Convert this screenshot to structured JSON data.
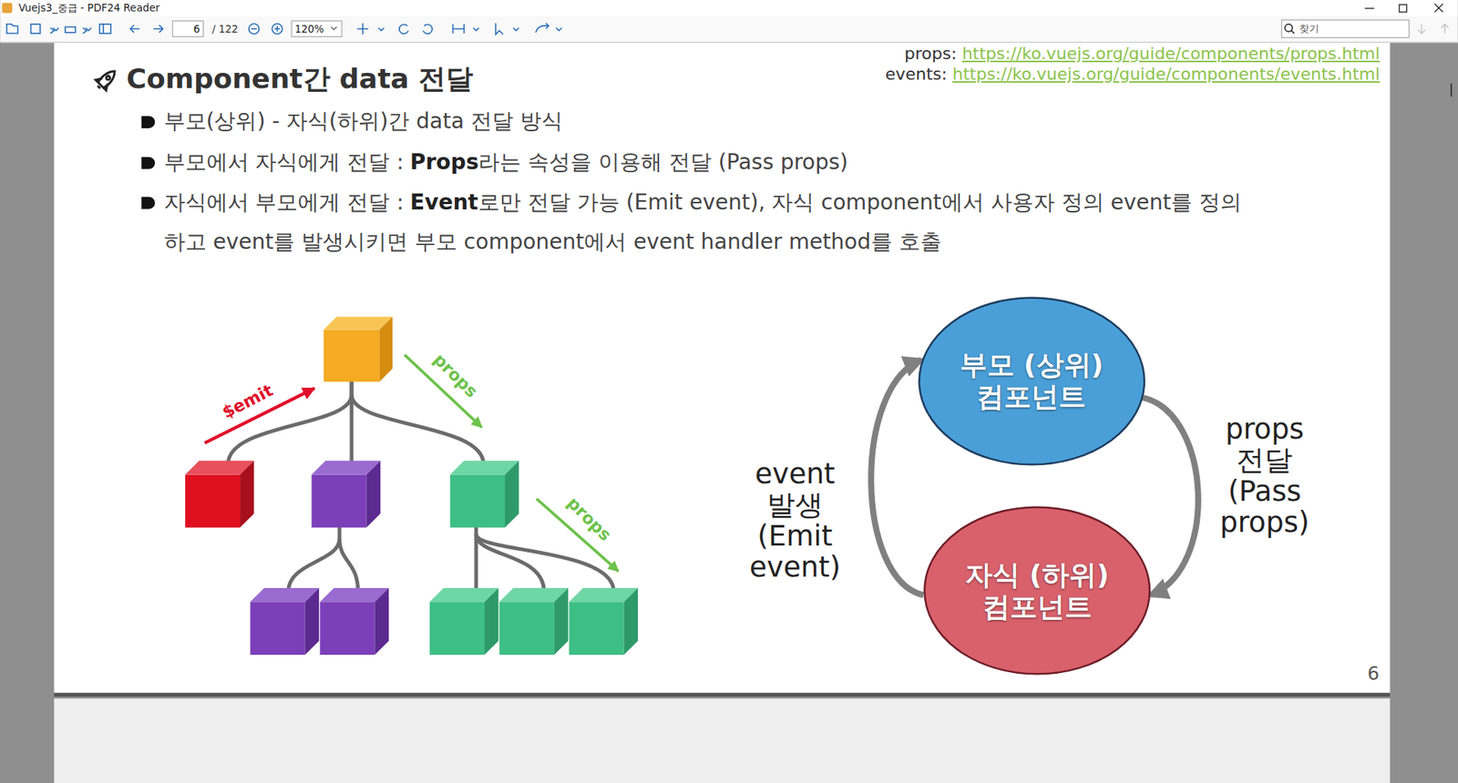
{
  "diagram": {
    "title": "Component간 data 전달",
    "nodes": [
      {
        "text": [
          "부모 (상위) 컴포넌트"
        ]
      },
      {
        "text": [
          "자식 (하위) 컴포넌트"
        ]
      }
    ],
    "edges": [
      {
        "from": 0,
        "to": 1,
        "arrow": "to",
        "label": "props 전달 (Pass props)"
      },
      {
        "from": 1,
        "to": 0,
        "arrow": "to",
        "label": "event 발생 (Emit event)"
      }
    ],
    "labels": [
      "Vuejs3_중급 - PDF24 Reader",
      "6",
      "/ 122",
      "120%",
      "찾기",
      "props:",
      "https://ko.vuejs.org/guide/components/props.html",
      "events:",
      "https://ko.vuejs.org/guide/components/events.html",
      "부모(상위) - 자식(하위)간 data 전달 방식",
      "부모에서 자식에게 전달 :",
      "Props",
      "라는 속성을 이용해 전달 (Pass props)",
      "자식에서 부모에게 전달 :",
      "Event",
      "로만 전달 가능 (Emit event), 자식 component에서 사용자 정의 event를 정의하고 event를 발생시키면 부모 component에서 event handler method를 호출",
      "$emit",
      "props",
      "props",
      "6"
    ]
  }
}
